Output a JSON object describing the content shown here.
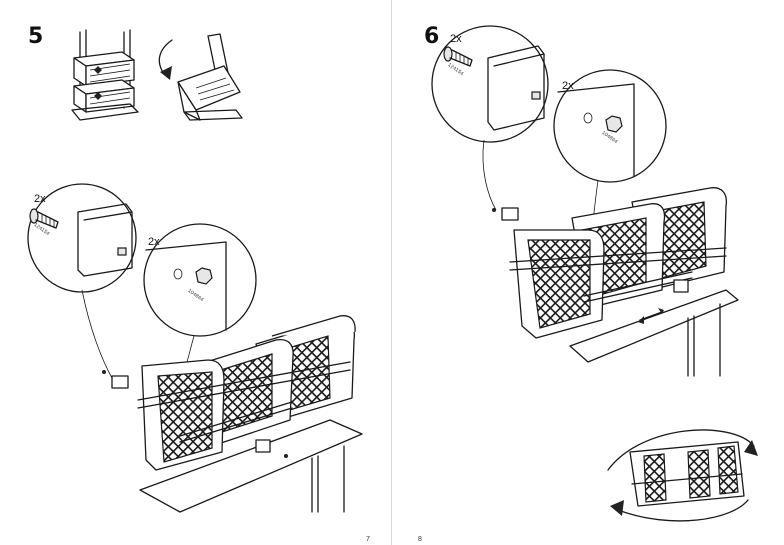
{
  "left_page": {
    "step_number": "5",
    "callout_bolt": {
      "quantity": "2x",
      "part_number": "124154"
    },
    "callout_nut": {
      "quantity": "2x",
      "part_number": "104864"
    },
    "page_number": "7"
  },
  "right_page": {
    "step_number": "6",
    "callout_bolt": {
      "quantity": "2x",
      "part_number": "124154"
    },
    "callout_nut": {
      "quantity": "2x",
      "part_number": "104864"
    },
    "page_number": "8"
  }
}
